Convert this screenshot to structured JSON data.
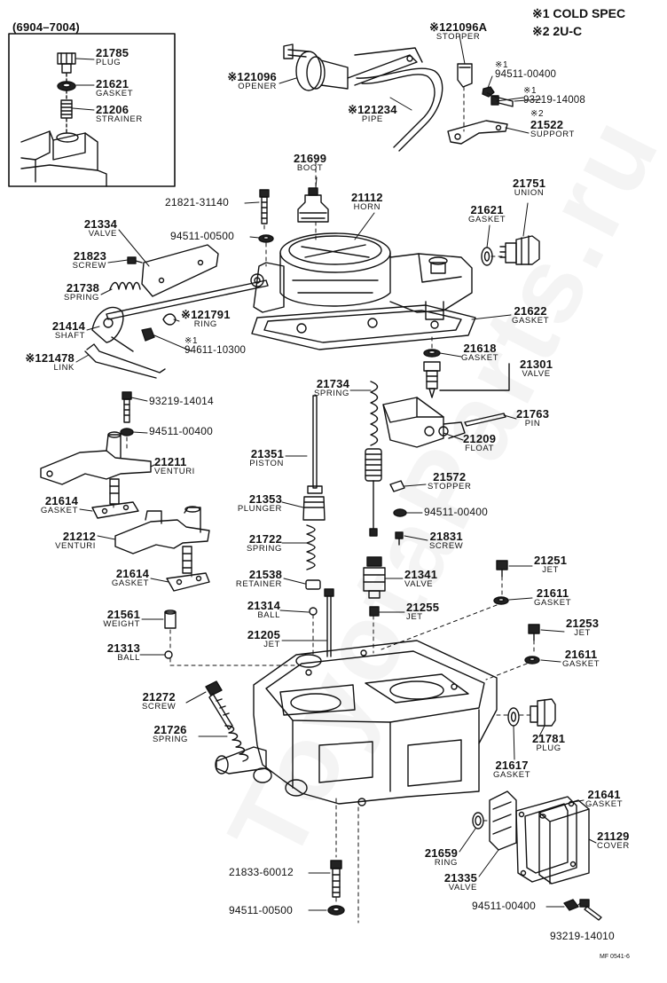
{
  "legend": {
    "l1_mark": "※1",
    "l1_text": "COLD SPEC",
    "l2_mark": "※2",
    "l2_text": "2U-C"
  },
  "inset": {
    "range": "(6904–7004)",
    "items": [
      {
        "pn": "21785",
        "nm": "PLUG"
      },
      {
        "pn": "21621",
        "nm": "GASKET"
      },
      {
        "pn": "21206",
        "nm": "STRAINER"
      }
    ]
  },
  "parts": {
    "p21096a": {
      "pn": "※121096A",
      "nm": "STOPPER"
    },
    "p21096": {
      "pn": "※121096",
      "nm": "OPENER"
    },
    "p94511_top": {
      "pn": "※1",
      "nm": "94511-00400"
    },
    "p93219_14008": {
      "pn": "※1",
      "nm": "93219-14008"
    },
    "p21234": {
      "pn": "※121234",
      "nm": "PIPE"
    },
    "p21522": {
      "pn": "※2",
      "pn2": "21522",
      "nm": "SUPPORT"
    },
    "p21699": {
      "pn": "21699",
      "nm": "BOOT"
    },
    "p21112": {
      "pn": "21112",
      "nm": "HORN"
    },
    "p21751": {
      "pn": "21751",
      "nm": "UNION"
    },
    "p21621b": {
      "pn": "21621",
      "nm": "GASKET"
    },
    "p21821": {
      "pn": "21821-31140"
    },
    "p94511_00500_top": {
      "pn": "94511-00500"
    },
    "p21334": {
      "pn": "21334",
      "nm": "VALVE"
    },
    "p21823": {
      "pn": "21823",
      "nm": "SCREW"
    },
    "p21738": {
      "pn": "21738",
      "nm": "SPRING"
    },
    "p21414": {
      "pn": "21414",
      "nm": "SHAFT"
    },
    "p21791": {
      "pn": "※121791",
      "nm": "RING"
    },
    "p94611": {
      "pn": "※1",
      "nm": "94611-10300"
    },
    "p21478": {
      "pn": "※121478",
      "nm": "LINK"
    },
    "p21622": {
      "pn": "21622",
      "nm": "GASKET"
    },
    "p21618": {
      "pn": "21618",
      "nm": "GASKET"
    },
    "p21301": {
      "pn": "21301",
      "nm": "VALVE"
    },
    "p21734": {
      "pn": "21734",
      "nm": "SPRING"
    },
    "p21763": {
      "pn": "21763",
      "nm": "PIN"
    },
    "p21209": {
      "pn": "21209",
      "nm": "FLOAT"
    },
    "p93219_14014": {
      "pn": "93219-14014"
    },
    "p94511_mid": {
      "pn": "94511-00400"
    },
    "p21211": {
      "pn": "21211",
      "nm": "VENTURI"
    },
    "p21351": {
      "pn": "21351",
      "nm": "PISTON"
    },
    "p21572": {
      "pn": "21572",
      "nm": "STOPPER"
    },
    "p21614a": {
      "pn": "21614",
      "nm": "GASKET"
    },
    "p21353": {
      "pn": "21353",
      "nm": "PLUNGER"
    },
    "p94511_right": {
      "pn": "94511-00400"
    },
    "p21212": {
      "pn": "21212",
      "nm": "VENTURI"
    },
    "p21722": {
      "pn": "21722",
      "nm": "SPRING"
    },
    "p21831": {
      "pn": "21831",
      "nm": "SCREW"
    },
    "p21251": {
      "pn": "21251",
      "nm": "JET"
    },
    "p21614b": {
      "pn": "21614",
      "nm": "GASKET"
    },
    "p21538": {
      "pn": "21538",
      "nm": "RETAINER"
    },
    "p21341": {
      "pn": "21341",
      "nm": "VALVE"
    },
    "p21611a": {
      "pn": "21611",
      "nm": "GASKET"
    },
    "p21561": {
      "pn": "21561",
      "nm": "WEIGHT"
    },
    "p21314": {
      "pn": "21314",
      "nm": "BALL"
    },
    "p21255": {
      "pn": "21255",
      "nm": "JET"
    },
    "p21253": {
      "pn": "21253",
      "nm": "JET"
    },
    "p21205": {
      "pn": "21205",
      "nm": "JET"
    },
    "p21313": {
      "pn": "21313",
      "nm": "BALL"
    },
    "p21611b": {
      "pn": "21611",
      "nm": "GASKET"
    },
    "p21272": {
      "pn": "21272",
      "nm": "SCREW"
    },
    "p21781": {
      "pn": "21781",
      "nm": "PLUG"
    },
    "p21726": {
      "pn": "21726",
      "nm": "SPRING"
    },
    "p21617": {
      "pn": "21617",
      "nm": "GASKET"
    },
    "p21641": {
      "pn": "21641",
      "nm": "GASKET"
    },
    "p21129": {
      "pn": "21129",
      "nm": "COVER"
    },
    "p21659": {
      "pn": "21659",
      "nm": "RING"
    },
    "p21335": {
      "pn": "21335",
      "nm": "VALVE"
    },
    "p21833": {
      "pn": "21833-60012"
    },
    "p94511_00500_bot": {
      "pn": "94511-00500"
    },
    "p94511_bot": {
      "pn": "94511-00400"
    },
    "p93219_14010": {
      "pn": "93219-14010"
    }
  },
  "footer": {
    "code": "MF 0541-6"
  },
  "watermark": "ToyotaParts.ru",
  "colors": {
    "ink": "#111111",
    "paper": "#ffffff"
  }
}
